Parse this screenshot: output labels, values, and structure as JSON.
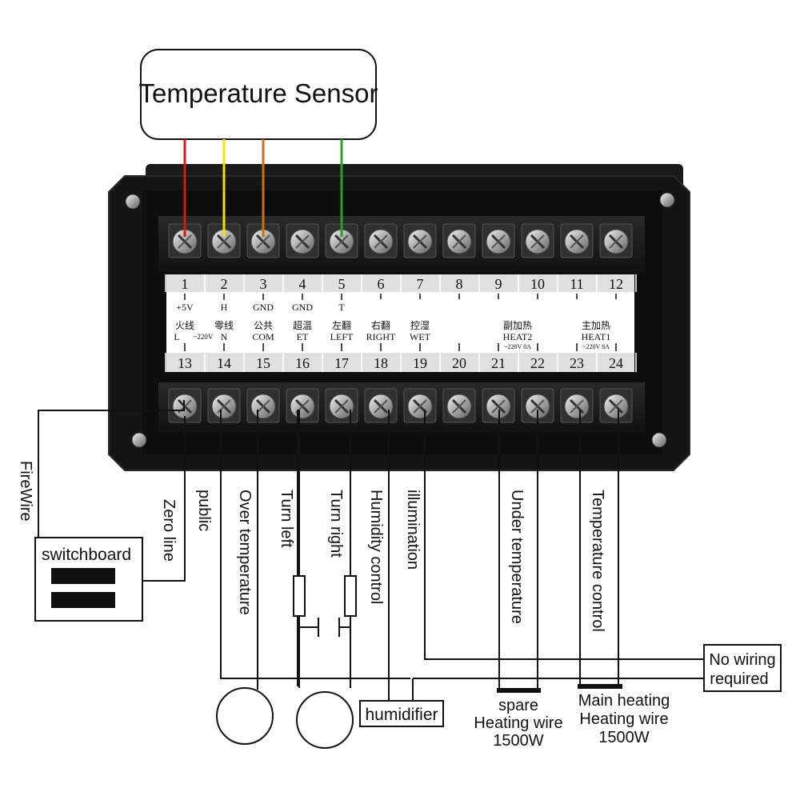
{
  "sensor": {
    "title": "Temperature Sensor"
  },
  "terminal_numbers_top": [
    "1",
    "2",
    "3",
    "4",
    "5",
    "6",
    "7",
    "8",
    "9",
    "10",
    "11",
    "12"
  ],
  "terminal_numbers_bottom": [
    "13",
    "14",
    "15",
    "16",
    "17",
    "18",
    "19",
    "20",
    "21",
    "22",
    "23",
    "24"
  ],
  "top_pin_labels": [
    {
      "col": 0,
      "text": "+5V"
    },
    {
      "col": 1,
      "text": "H"
    },
    {
      "col": 2,
      "text": "GND"
    },
    {
      "col": 3,
      "text": "GND"
    },
    {
      "col": 4,
      "text": "T"
    }
  ],
  "bottom_pin_labels": [
    {
      "col": 0,
      "cn": "火线",
      "en": "L",
      "note": "~220V"
    },
    {
      "col": 1,
      "cn": "零线",
      "en": "N"
    },
    {
      "col": 2,
      "cn": "公共",
      "en": "COM"
    },
    {
      "col": 3,
      "cn": "超温",
      "en": "ET"
    },
    {
      "col": 4,
      "cn": "左翻",
      "en": "LEFT"
    },
    {
      "col": 5,
      "cn": "右翻",
      "en": "RIGHT"
    },
    {
      "col": 6,
      "cn": "控湿",
      "en": "WET"
    },
    {
      "col": 8,
      "cn": "副加热",
      "en": "HEAT2",
      "note": "~220V 8A"
    },
    {
      "col": 10,
      "cn": "主加热",
      "en": "HEAT1",
      "note": "~220V 8A"
    }
  ],
  "sensor_wire_colors": [
    "#d81818",
    "#f2e010",
    "#c8701c",
    "#2aa02a"
  ],
  "vertical_labels": {
    "firewire": "FireWire",
    "zero_line": "Zero line",
    "public": "public",
    "over_temperature": "Over temperature",
    "turn_left": "Turn left",
    "turn_right": "Turn right",
    "humidity_control": "Humidity control",
    "illumination": "illumination",
    "under_temperature": "Under temperature",
    "temperature_control": "Temperature control"
  },
  "switchboard": {
    "label": "switchboard"
  },
  "humidifier": {
    "label": "humidifier"
  },
  "no_wiring": {
    "line1": "No wiring",
    "line2": "required"
  },
  "spare_heater": {
    "line1": "spare",
    "line2": "Heating wire",
    "line3": "1500W"
  },
  "main_heater": {
    "line1": "Main heating",
    "line2": "Heating wire",
    "line3": "1500W"
  }
}
